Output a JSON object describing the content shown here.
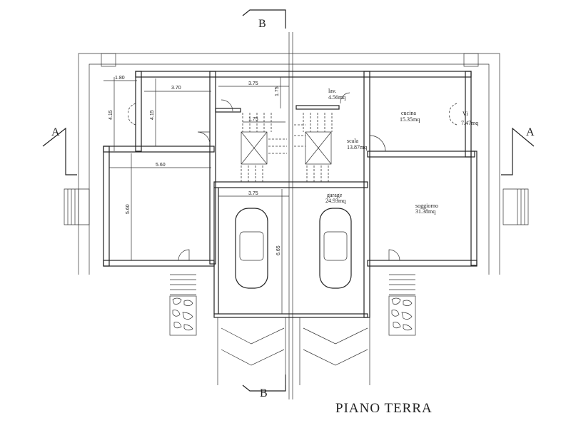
{
  "drawing": {
    "title": "PIANO TERRA",
    "section_marks": {
      "b_top": "B",
      "b_bottom": "B",
      "a_left": "A",
      "a_right": "A"
    },
    "dimensions": {
      "d180": "1.80",
      "d370": "3.70",
      "d375_top": "3.75",
      "d175_v": "1.75",
      "d175_stair": "1.75",
      "d415_left": "4.15",
      "d415_room": "4.15",
      "d560_h": "5.60",
      "d560_v": "5.60",
      "d375_garage": "3.75",
      "d665": "6.65"
    },
    "rooms": [
      {
        "name": "lav.",
        "area": "4.56mq"
      },
      {
        "name": "cucina",
        "area": "15.35mq"
      },
      {
        "name": "Vi",
        "area": "7.47mq"
      },
      {
        "name": "scala",
        "area": "13.87mq"
      },
      {
        "name": "garage",
        "area": "24.93mq"
      },
      {
        "name": "soggiorno",
        "area": "31.38mq"
      }
    ]
  }
}
